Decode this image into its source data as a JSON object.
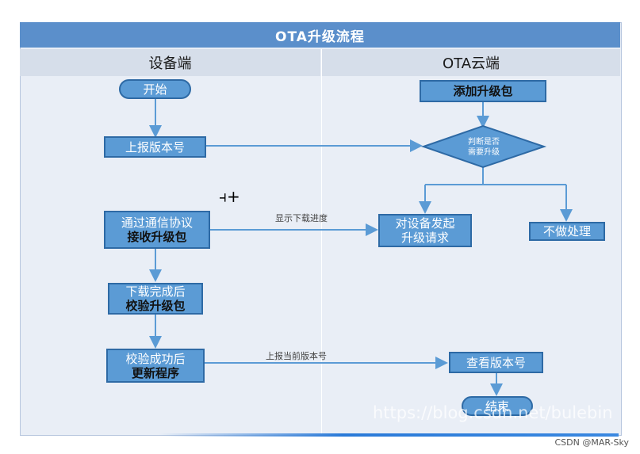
{
  "title": "OTA升级流程",
  "lanes": {
    "device": "设备端",
    "cloud": "OTA云端"
  },
  "nodes": {
    "start": "开始",
    "report_version": "上报版本号",
    "receive_line1": "通过通信协议",
    "receive_line2": "接收升级包",
    "verify_line1": "下载完成后",
    "verify_line2": "校验升级包",
    "update_line1": "校验成功后",
    "update_line2": "更新程序",
    "add_package": "添加升级包",
    "judge_line1": "判断是否",
    "judge_line2": "需要升级",
    "request_line1": "对设备发起",
    "request_line2": "升级请求",
    "no_action": "不做处理",
    "check_version": "查看版本号",
    "end": "结束"
  },
  "edge_labels": {
    "progress": "显示下载进度",
    "report_current": "上报当前版本号"
  },
  "watermark": "https://blog.csdn.net/bulebin",
  "credit": "CSDN @MAR-Sky",
  "colors": {
    "title_bar": "#5b8fcb",
    "node_fill": "#5b9bd5",
    "node_border": "#2e6aa5",
    "lane_header": "#d6deea",
    "background": "#e9eef6"
  }
}
